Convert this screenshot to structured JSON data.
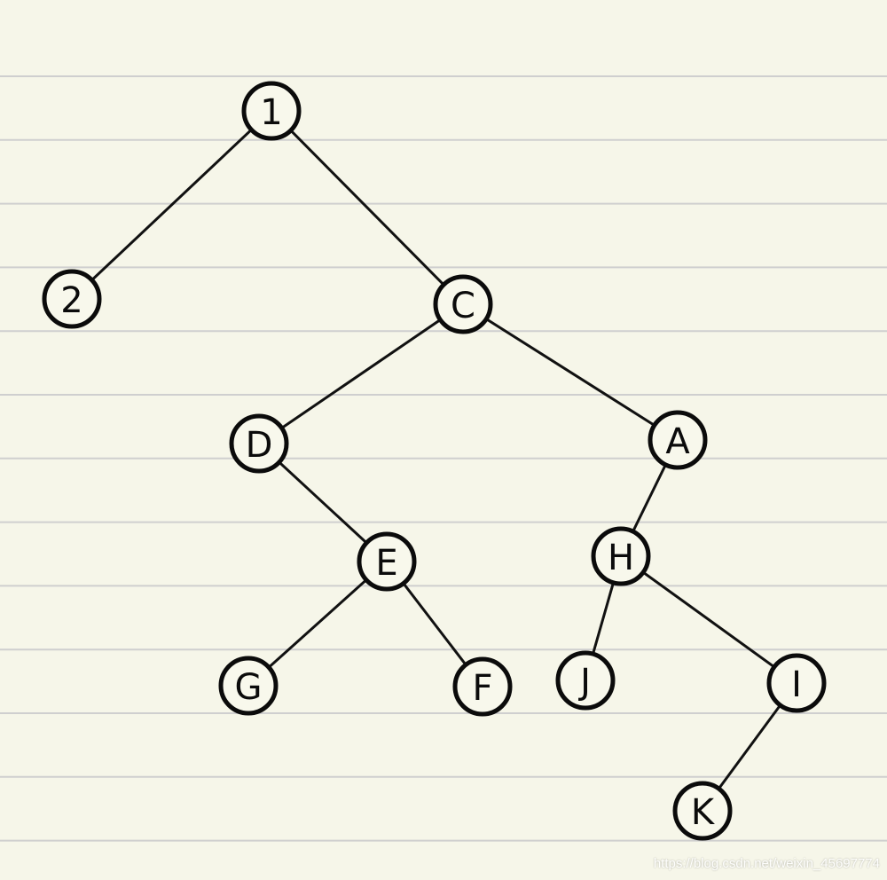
{
  "diagram": {
    "nodes": [
      {
        "id": "1",
        "label": "1"
      },
      {
        "id": "2",
        "label": "2"
      },
      {
        "id": "C",
        "label": "C"
      },
      {
        "id": "D",
        "label": "D"
      },
      {
        "id": "A",
        "label": "A"
      },
      {
        "id": "E",
        "label": "E"
      },
      {
        "id": "H",
        "label": "H"
      },
      {
        "id": "G",
        "label": "G"
      },
      {
        "id": "F",
        "label": "F"
      },
      {
        "id": "J",
        "label": "J"
      },
      {
        "id": "I",
        "label": "I"
      },
      {
        "id": "K",
        "label": "K"
      }
    ],
    "edges": [
      {
        "from": "1",
        "to": "2"
      },
      {
        "from": "1",
        "to": "C"
      },
      {
        "from": "C",
        "to": "D"
      },
      {
        "from": "C",
        "to": "A"
      },
      {
        "from": "D",
        "to": "E"
      },
      {
        "from": "E",
        "to": "G"
      },
      {
        "from": "E",
        "to": "F"
      },
      {
        "from": "A",
        "to": "H"
      },
      {
        "from": "H",
        "to": "J"
      },
      {
        "from": "H",
        "to": "I"
      },
      {
        "from": "I",
        "to": "K"
      }
    ],
    "colors": {
      "background": "#f6f6e9",
      "rule_lines": "#cfcfcf",
      "ink": "#0b0b0b"
    }
  },
  "watermark": "https://blog.csdn.net/weixin_45697774"
}
